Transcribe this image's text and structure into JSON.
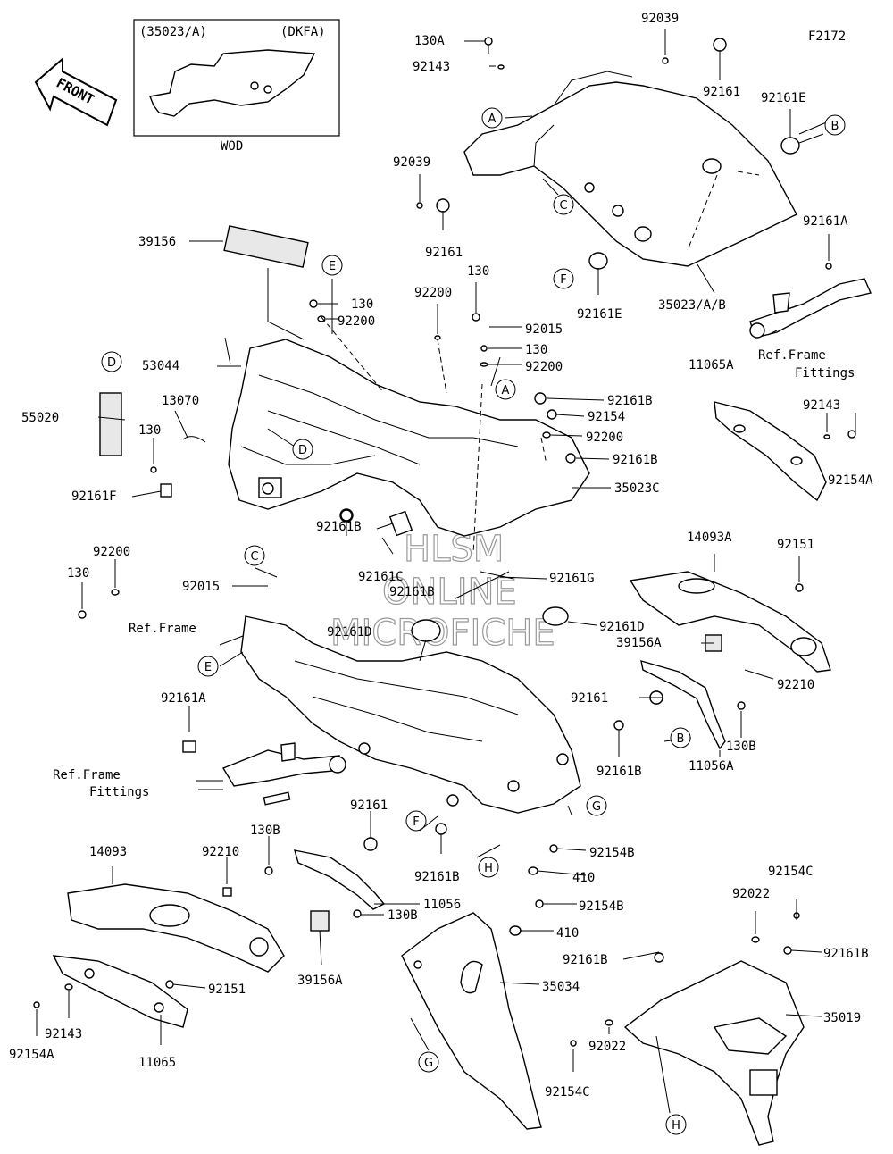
{
  "diagram_code": "F2172",
  "inset": {
    "left_label": "(35023/A)",
    "right_label": "(DKFA)",
    "caption": "WOD"
  },
  "front_arrow": "FRONT",
  "watermark": {
    "line1": "HLSM",
    "line2": "ONLINE",
    "line3": "MICROFICHE"
  },
  "callouts": {
    "p92039_top": "92039",
    "p130A": "130A",
    "p92143_top": "92143",
    "p92161_top": "92161",
    "p92161E_top": "92161E",
    "p92039_mid": "92039",
    "p92161_mid": "92161",
    "p92161E_mid": "92161E",
    "p35023AB": "35023/A/B",
    "p92161A_right": "92161A",
    "p39156": "39156",
    "p130_a": "130",
    "p92200_a": "92200",
    "p92200_b": "92200",
    "p130_b": "130",
    "p92015_a": "92015",
    "p130_c": "130",
    "p92200_c": "92200",
    "p53044": "53044",
    "p13070": "13070",
    "p55020": "55020",
    "p130_d": "130",
    "p92161F": "92161F",
    "p92161B_a": "92161B",
    "p92154": "92154",
    "p92200_d": "92200",
    "p92161B_b": "92161B",
    "p35023C": "35023C",
    "p11065A": "11065A",
    "p92143_right": "92143",
    "p92154A_right": "92154A",
    "p92200_e": "92200",
    "p130_e": "130",
    "p92015_b": "92015",
    "p92161B_c": "92161B",
    "p92161C": "92161C",
    "p92161B_d": "92161B",
    "p92161G": "92161G",
    "p14093A": "14093A",
    "p92151_right": "92151",
    "p92161D_left": "92161D",
    "p92161D_right": "92161D",
    "p39156A_right": "39156A",
    "p92210_right": "92210",
    "p92161_right": "92161",
    "p130B_right": "130B",
    "p11056A": "11056A",
    "p92161A_left": "92161A",
    "p92161B_e": "92161B",
    "p92161_low": "92161",
    "p130B_low": "130B",
    "p14093": "14093",
    "p92210_low": "92210",
    "p92161B_f": "92161B",
    "p92154B_a": "92154B",
    "p410_a": "410",
    "p92154B_b": "92154B",
    "p410_b": "410",
    "p11056": "11056",
    "p130B_low2": "130B",
    "p39156A_low": "39156A",
    "p92151_low": "92151",
    "p92143_low": "92143",
    "p92154A_low": "92154A",
    "p11065": "11065",
    "p35034": "35034",
    "p92161B_g": "92161B",
    "p92154C_top": "92154C",
    "p92022_top": "92022",
    "p92161B_h": "92161B",
    "p35019": "35019",
    "p92022_low": "92022",
    "p92154C_low": "92154C"
  },
  "references": {
    "ref_frame_fittings_right_1": "Ref.Frame",
    "ref_frame_fittings_right_2": "Fittings",
    "ref_frame": "Ref.Frame",
    "ref_frame_fittings_left_1": "Ref.Frame",
    "ref_frame_fittings_left_2": "Fittings"
  },
  "circle_letters": {
    "A1": "A",
    "B1": "B",
    "C1": "C",
    "E1": "E",
    "F1": "F",
    "D1": "D",
    "D2": "D",
    "A2": "A",
    "C2": "C",
    "E2": "E",
    "B2": "B",
    "G1": "G",
    "F2": "F",
    "H1": "H",
    "G2": "G",
    "H2": "H"
  }
}
